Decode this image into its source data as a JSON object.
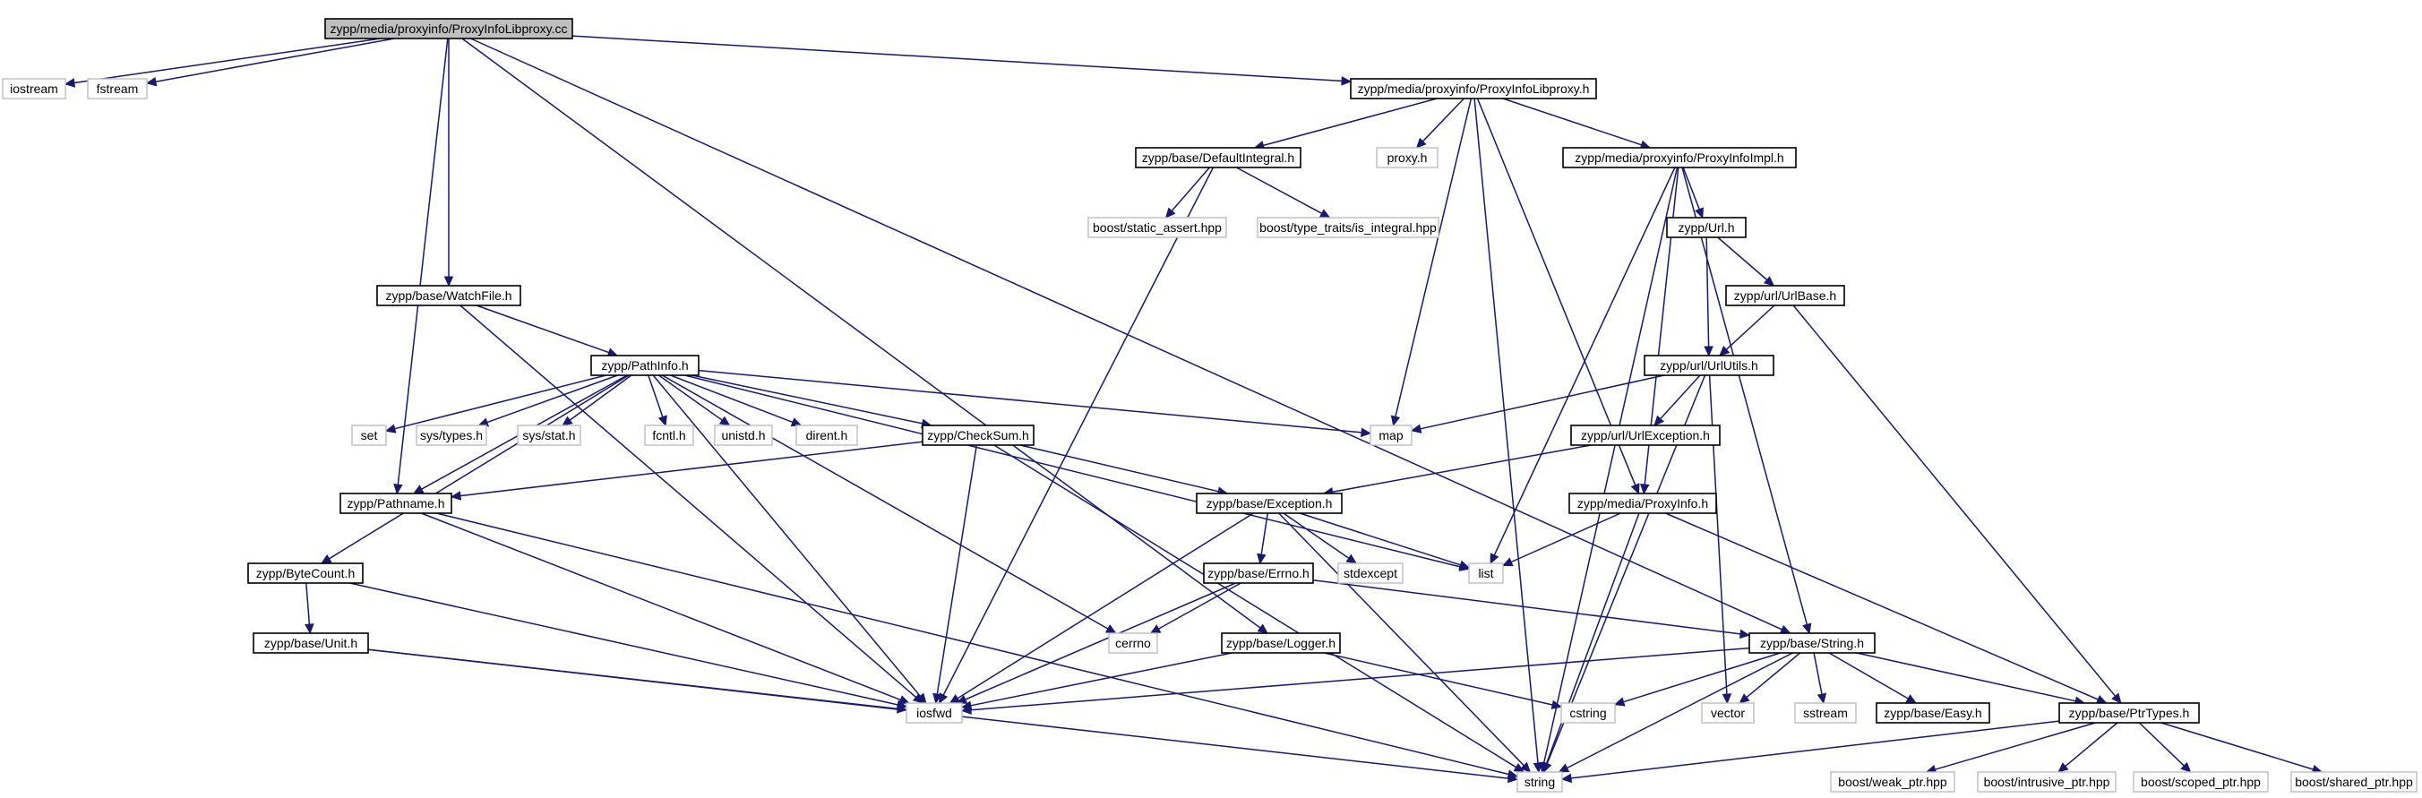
{
  "nodes": [
    {
      "id": "root",
      "label": "zypp/media/proxyinfo/ProxyInfoLibproxy.cc",
      "kind": "main"
    },
    {
      "id": "iostream",
      "label": "iostream",
      "kind": "ext"
    },
    {
      "id": "fstream",
      "label": "fstream",
      "kind": "ext"
    },
    {
      "id": "plh",
      "label": "zypp/media/proxyinfo/ProxyInfoLibproxy.h",
      "kind": "doc"
    },
    {
      "id": "defint",
      "label": "zypp/base/DefaultIntegral.h",
      "kind": "doc"
    },
    {
      "id": "proxyh",
      "label": "proxy.h",
      "kind": "ext"
    },
    {
      "id": "pimpl",
      "label": "zypp/media/proxyinfo/ProxyInfoImpl.h",
      "kind": "doc"
    },
    {
      "id": "sassert",
      "label": "boost/static_assert.hpp",
      "kind": "ext"
    },
    {
      "id": "isint",
      "label": "boost/type_traits/is_integral.hpp",
      "kind": "ext"
    },
    {
      "id": "urlh",
      "label": "zypp/Url.h",
      "kind": "doc"
    },
    {
      "id": "watch",
      "label": "zypp/base/WatchFile.h",
      "kind": "doc"
    },
    {
      "id": "urlbase",
      "label": "zypp/url/UrlBase.h",
      "kind": "doc"
    },
    {
      "id": "pathinfo",
      "label": "zypp/PathInfo.h",
      "kind": "doc"
    },
    {
      "id": "urlutils",
      "label": "zypp/url/UrlUtils.h",
      "kind": "doc"
    },
    {
      "id": "set",
      "label": "set",
      "kind": "ext"
    },
    {
      "id": "systypes",
      "label": "sys/types.h",
      "kind": "ext"
    },
    {
      "id": "sysstat",
      "label": "sys/stat.h",
      "kind": "ext"
    },
    {
      "id": "fcntl",
      "label": "fcntl.h",
      "kind": "ext"
    },
    {
      "id": "unistd",
      "label": "unistd.h",
      "kind": "ext"
    },
    {
      "id": "dirent",
      "label": "dirent.h",
      "kind": "ext"
    },
    {
      "id": "checksum",
      "label": "zypp/CheckSum.h",
      "kind": "doc"
    },
    {
      "id": "map",
      "label": "map",
      "kind": "ext"
    },
    {
      "id": "urlexc",
      "label": "zypp/url/UrlException.h",
      "kind": "doc"
    },
    {
      "id": "pathname",
      "label": "zypp/Pathname.h",
      "kind": "doc"
    },
    {
      "id": "exception",
      "label": "zypp/base/Exception.h",
      "kind": "doc"
    },
    {
      "id": "proxyinfo",
      "label": "zypp/media/ProxyInfo.h",
      "kind": "doc"
    },
    {
      "id": "bytecount",
      "label": "zypp/ByteCount.h",
      "kind": "doc"
    },
    {
      "id": "errno",
      "label": "zypp/base/Errno.h",
      "kind": "doc"
    },
    {
      "id": "stdexcept",
      "label": "stdexcept",
      "kind": "ext"
    },
    {
      "id": "list",
      "label": "list",
      "kind": "ext"
    },
    {
      "id": "unit",
      "label": "zypp/base/Unit.h",
      "kind": "doc"
    },
    {
      "id": "cerrno",
      "label": "cerrno",
      "kind": "ext"
    },
    {
      "id": "logger",
      "label": "zypp/base/Logger.h",
      "kind": "doc"
    },
    {
      "id": "stringh",
      "label": "zypp/base/String.h",
      "kind": "doc"
    },
    {
      "id": "iosfwd",
      "label": "iosfwd",
      "kind": "ext"
    },
    {
      "id": "cstring",
      "label": "cstring",
      "kind": "ext"
    },
    {
      "id": "vector",
      "label": "vector",
      "kind": "ext"
    },
    {
      "id": "sstream",
      "label": "sstream",
      "kind": "ext"
    },
    {
      "id": "easy",
      "label": "zypp/base/Easy.h",
      "kind": "doc"
    },
    {
      "id": "ptrtypes",
      "label": "zypp/base/PtrTypes.h",
      "kind": "doc"
    },
    {
      "id": "string",
      "label": "string",
      "kind": "ext"
    },
    {
      "id": "weak",
      "label": "boost/weak_ptr.hpp",
      "kind": "ext"
    },
    {
      "id": "intrusive",
      "label": "boost/intrusive_ptr.hpp",
      "kind": "ext"
    },
    {
      "id": "scoped",
      "label": "boost/scoped_ptr.hpp",
      "kind": "ext"
    },
    {
      "id": "shared",
      "label": "boost/shared_ptr.hpp",
      "kind": "ext"
    }
  ],
  "edges": [
    [
      "root",
      "iostream"
    ],
    [
      "root",
      "fstream"
    ],
    [
      "root",
      "plh"
    ],
    [
      "root",
      "watch"
    ],
    [
      "root",
      "pathname"
    ],
    [
      "root",
      "logger"
    ],
    [
      "root",
      "stringh"
    ],
    [
      "plh",
      "defint"
    ],
    [
      "plh",
      "proxyh"
    ],
    [
      "plh",
      "pimpl"
    ],
    [
      "plh",
      "map"
    ],
    [
      "plh",
      "proxyinfo"
    ],
    [
      "plh",
      "string"
    ],
    [
      "defint",
      "sassert"
    ],
    [
      "defint",
      "isint"
    ],
    [
      "defint",
      "iosfwd"
    ],
    [
      "pimpl",
      "urlh"
    ],
    [
      "pimpl",
      "proxyinfo"
    ],
    [
      "pimpl",
      "stringh"
    ],
    [
      "pimpl",
      "list"
    ],
    [
      "pimpl",
      "string"
    ],
    [
      "urlh",
      "urlbase"
    ],
    [
      "urlh",
      "urlutils"
    ],
    [
      "urlbase",
      "urlutils"
    ],
    [
      "urlbase",
      "ptrtypes"
    ],
    [
      "urlutils",
      "map"
    ],
    [
      "urlutils",
      "urlexc"
    ],
    [
      "urlutils",
      "vector"
    ],
    [
      "urlutils",
      "string"
    ],
    [
      "urlexc",
      "exception"
    ],
    [
      "watch",
      "pathinfo"
    ],
    [
      "watch",
      "iosfwd"
    ],
    [
      "pathinfo",
      "set"
    ],
    [
      "pathinfo",
      "systypes"
    ],
    [
      "pathinfo",
      "sysstat"
    ],
    [
      "pathinfo",
      "fcntl"
    ],
    [
      "pathinfo",
      "unistd"
    ],
    [
      "pathinfo",
      "dirent"
    ],
    [
      "pathinfo",
      "checksum"
    ],
    [
      "pathinfo",
      "map"
    ],
    [
      "pathinfo",
      "list"
    ],
    [
      "pathinfo",
      "pathname"
    ],
    [
      "pathinfo",
      "bytecount"
    ],
    [
      "pathinfo",
      "cerrno"
    ],
    [
      "pathinfo",
      "iosfwd"
    ],
    [
      "checksum",
      "pathname"
    ],
    [
      "checksum",
      "exception"
    ],
    [
      "checksum",
      "iosfwd"
    ],
    [
      "checksum",
      "string"
    ],
    [
      "pathname",
      "iosfwd"
    ],
    [
      "pathname",
      "string"
    ],
    [
      "exception",
      "errno"
    ],
    [
      "exception",
      "stdexcept"
    ],
    [
      "exception",
      "list"
    ],
    [
      "exception",
      "iosfwd"
    ],
    [
      "exception",
      "string"
    ],
    [
      "proxyinfo",
      "list"
    ],
    [
      "proxyinfo",
      "ptrtypes"
    ],
    [
      "proxyinfo",
      "string"
    ],
    [
      "bytecount",
      "unit"
    ],
    [
      "bytecount",
      "iosfwd"
    ],
    [
      "unit",
      "iosfwd"
    ],
    [
      "unit",
      "string"
    ],
    [
      "errno",
      "cerrno"
    ],
    [
      "errno",
      "stringh"
    ],
    [
      "errno",
      "iosfwd"
    ],
    [
      "logger",
      "iosfwd"
    ],
    [
      "logger",
      "cstring"
    ],
    [
      "stringh",
      "iosfwd"
    ],
    [
      "stringh",
      "cstring"
    ],
    [
      "stringh",
      "vector"
    ],
    [
      "stringh",
      "sstream"
    ],
    [
      "stringh",
      "easy"
    ],
    [
      "stringh",
      "ptrtypes"
    ],
    [
      "stringh",
      "string"
    ],
    [
      "ptrtypes",
      "string"
    ],
    [
      "ptrtypes",
      "weak"
    ],
    [
      "ptrtypes",
      "intrusive"
    ],
    [
      "ptrtypes",
      "scoped"
    ],
    [
      "ptrtypes",
      "shared"
    ]
  ]
}
